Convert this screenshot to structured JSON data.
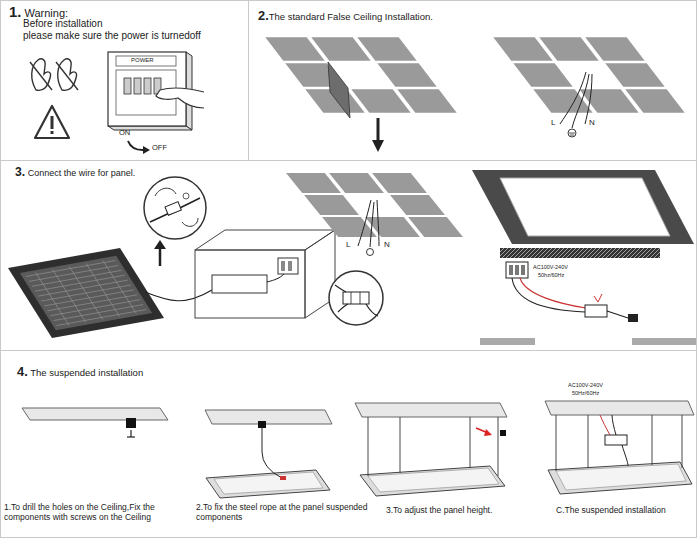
{
  "diagram": {
    "nodes": [
      {
        "text": [
          "1. Warning:",
          "Before installation",
          "please make sure the power is turnedoff"
        ]
      },
      {
        "text": [
          "2.The standard False Ceiling Installation."
        ]
      },
      {
        "text": [
          "3. Connect the wire for panel."
        ]
      },
      {
        "text": [
          "4. The suspended installation"
        ]
      }
    ],
    "labels": [
      "POWER",
      "ON",
      "OFF",
      "L",
      "N",
      "L",
      "N",
      "AC100V-240V",
      "50hz/60Hz",
      "1.To drill the holes on the Ceiling,Fix the components with screws on the Ceiling",
      "2.To fix the steel rope at the panel suspended components",
      "3.To adjust the panel height.",
      "AC100V-240V",
      "50Hz/60Hz",
      "C.The suspended installation"
    ]
  }
}
